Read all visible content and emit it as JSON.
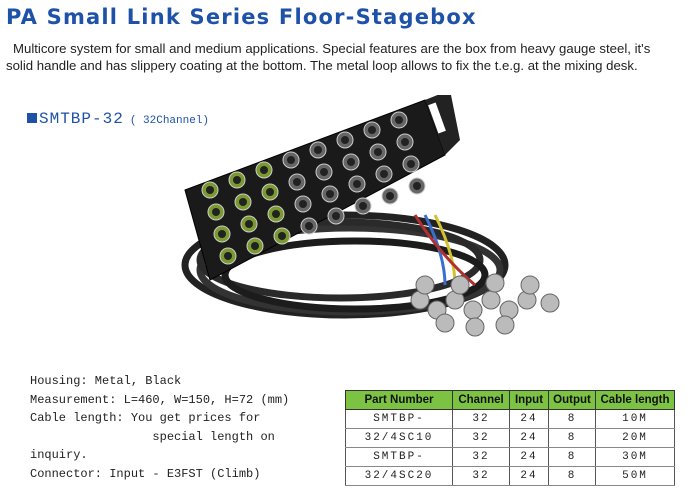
{
  "title": "PA Small Link Series Floor-Stagebox",
  "description": {
    "line1": "Multicore system for small and medium applications. Special features are the box from heavy gauge steel, it's",
    "line2": "solid handle and has slippery coating at the bottom. The metal loop allows to fix the t.e.g. at the mixing desk."
  },
  "model": {
    "name": "SMTBP-32",
    "channels": "( 32Channel)"
  },
  "specs": [
    "Housing: Metal, Black",
    "Measurement: L=460, W=150, H=72 (mm)",
    "Cable length: You get prices for",
    "                 special length on",
    "inquiry.",
    "Connector: Input - E3FST (Climb)"
  ],
  "table": {
    "headers": [
      "Part Number",
      "Channel",
      "Input",
      "Output",
      "Cable length"
    ],
    "rows": [
      [
        "SMTBP-",
        "32",
        "24",
        "8",
        "10M"
      ],
      [
        "32/4SC10",
        "32",
        "24",
        "8",
        "20M"
      ],
      [
        "SMTBP-",
        "32",
        "24",
        "8",
        "30M"
      ],
      [
        "32/4SC20",
        "32",
        "24",
        "8",
        "50M"
      ]
    ]
  },
  "colors": {
    "title": "#1d52a8",
    "header_green": "#7cc243"
  }
}
